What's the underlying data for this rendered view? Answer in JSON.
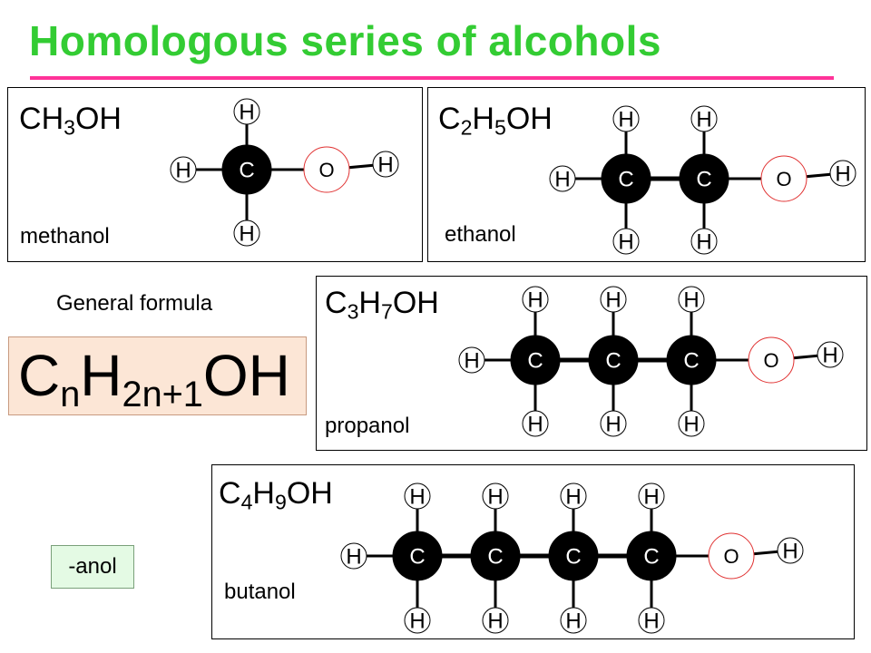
{
  "title": "Homologous series of alcohols",
  "general_formula_label": "General formula",
  "general_formula": {
    "base": "C",
    "n": "n",
    "h": "H",
    "h_sub": "2n+1",
    "tail": "OH"
  },
  "suffix_label": "-anol",
  "atom_labels": {
    "carbon": "C",
    "hydrogen": "H",
    "oxygen": "O"
  },
  "colors": {
    "title": "#33cc33",
    "rule": "#ff3399",
    "carbon": "#000000",
    "oxygen_ring": "#e03030",
    "formula_box": "#fce6d6",
    "suffix_box": "#e4fae4"
  },
  "molecules": [
    {
      "id": "methanol",
      "formula": {
        "c": "C",
        "c_sub": "",
        "h": "H",
        "h_sub": "3",
        "tail": "OH"
      },
      "name": "methanol",
      "carbons": 1
    },
    {
      "id": "ethanol",
      "formula": {
        "c": "C",
        "c_sub": "2",
        "h": "H",
        "h_sub": "5",
        "tail": "OH"
      },
      "name": "ethanol",
      "carbons": 2
    },
    {
      "id": "propanol",
      "formula": {
        "c": "C",
        "c_sub": "3",
        "h": "H",
        "h_sub": "7",
        "tail": "OH"
      },
      "name": "propanol",
      "carbons": 3
    },
    {
      "id": "butanol",
      "formula": {
        "c": "C",
        "c_sub": "4",
        "h": "H",
        "h_sub": "9",
        "tail": "OH"
      },
      "name": "butanol",
      "carbons": 4
    }
  ]
}
